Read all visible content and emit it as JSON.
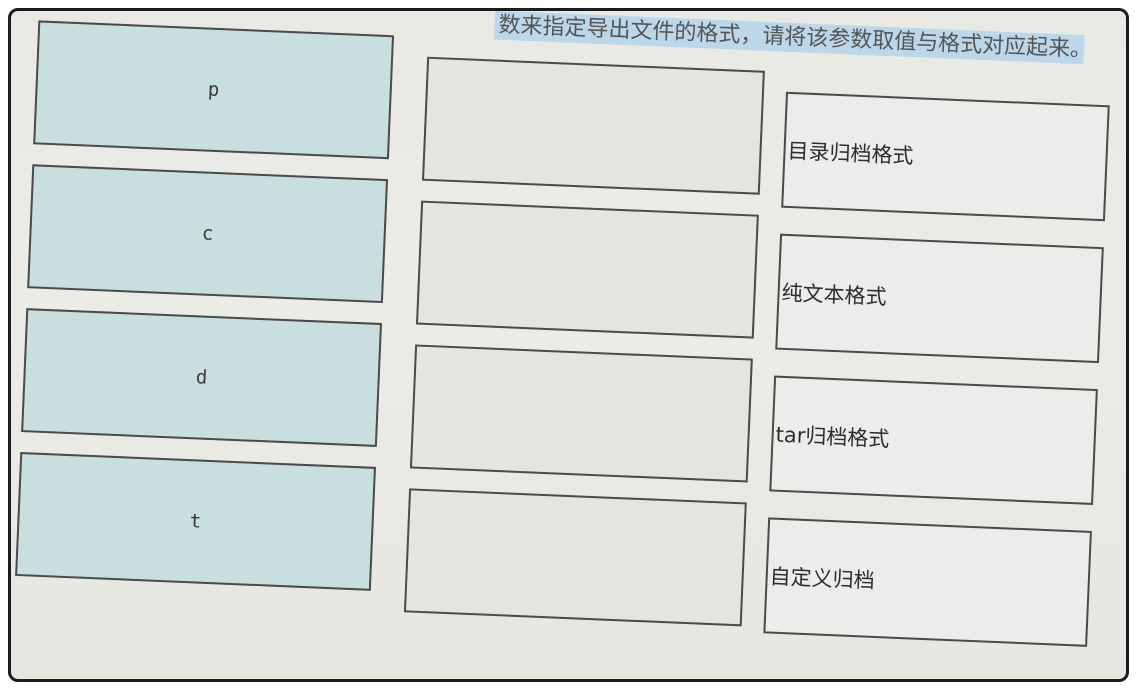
{
  "instruction_text": "数来指定导出文件的格式，请将该参数取值与格式对应起来。",
  "options": [
    {
      "label": "p"
    },
    {
      "label": "c"
    },
    {
      "label": "d"
    },
    {
      "label": "t"
    }
  ],
  "formats": [
    {
      "label": "目录归档格式"
    },
    {
      "label": "纯文本格式"
    },
    {
      "label": "tar归档格式"
    },
    {
      "label": "自定义归档"
    }
  ],
  "colors": {
    "option_fill": "#c9dede",
    "slot_fill": "#e4e4e0",
    "format_fill": "#ececea",
    "highlight": "#bcd7ea"
  }
}
